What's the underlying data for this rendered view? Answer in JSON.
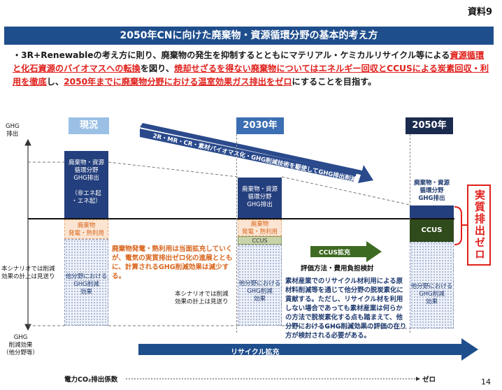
{
  "doc_label": "資料9",
  "title": "2050年CNに向けた廃棄物・資源循環分野の基本的考え方",
  "intro": {
    "t1": "・3R+Renewableの考え方に則り、廃棄物の発生を抑制するとともにマテリアル・ケミカルリサイクル等による",
    "r1": "資源循環と化石資源のバイオマスへの転換",
    "t2": "を図り、",
    "r2": "焼却せざるを得ない廃棄物についてはエネルギー回収とCCUSによる炭素回収・利用を徹底",
    "t3": "し、",
    "r3": "2050年までに廃棄物分野における温室効果ガス排出をゼロ",
    "t4": "にすることを目指す。"
  },
  "axis": {
    "ghg_emission": "GHG\n排出",
    "ghg_reduction": "GHG\n削減効果\n（他分野等）",
    "bottom_label": "電力CO₂排出係数",
    "bottom_zero": "ゼロ",
    "note_left": "本シナリオでは削減\n効果の計上は見送り",
    "note_mid": "本シナリオでは削減\n効果の計上は見送り"
  },
  "periods": {
    "now": "現況",
    "y2030": "2030年",
    "y2050": "2050年"
  },
  "now": {
    "emission": "廃棄物・資源\n循環分野\nGHG排出\n\n（非エネ起\n・エネ起）",
    "energy": "廃棄物\n発電・熱利用",
    "offset": "他分野における\nGHG削減\n効果"
  },
  "y2030": {
    "emission": "廃棄物・資源\n循環分野\nGHG排出",
    "energy": "廃棄物\n発電・熱利用",
    "ccus": "CCUS",
    "offset": "他分野における\nGHG削減\n効果"
  },
  "y2050": {
    "emission": "廃棄物・資源\n循環分野\nGHG排出",
    "ccus": "CCUS",
    "offset": "他分野における\nGHG削減\n効果"
  },
  "arrows": {
    "top": "2R・MR・CR・素材バイオマス化・GHG削減技術を駆使してGHG排出削減",
    "ccus": "CCUS拡充",
    "ccus_sub": "評価方法・費用負担検討",
    "recycle": "リサイクル拡充"
  },
  "texts": {
    "energy_note": "廃棄物発電・熱利用は当面拡充していくが、電気の実質排出ゼロ化の進展とともに、計算されるGHG削減効果は減少する。",
    "material_note": "素材産業でのリサイクル材利用による原材料削減等を通じて他分野の脱炭素化に貢献する。ただし、リサイクル材を利用しない場合であっても素材産業は何らかの方法で脱炭素化する点も踏まえて、他分野におけるGHG削減効果の評価の在り方が検討される必要がある。"
  },
  "zero_box": "実質排出ゼロ",
  "page_number": "14"
}
